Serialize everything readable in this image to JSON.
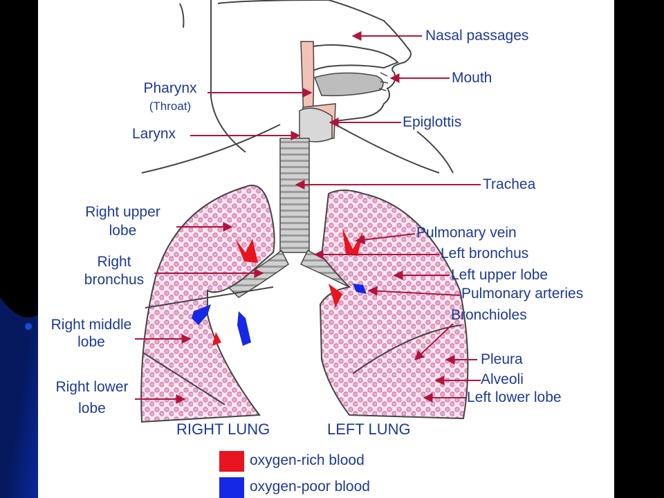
{
  "colors": {
    "slide_background": "#000000",
    "slide_accent": "#0a2a9c",
    "diagram_background": "#ffffff",
    "label_text": "#1d3a96",
    "pointer_line": "#b0143c",
    "oxygen_rich": "#e8141e",
    "oxygen_poor": "#1428e6",
    "throat_fill": "#f3c2b6",
    "alveoli_fill": "#eeaad0",
    "outline": "#555555"
  },
  "labels": {
    "nasal_passages": "Nasal passages",
    "mouth": "Mouth",
    "pharynx": "Pharynx",
    "throat": "(Throat)",
    "larynx": "Larynx",
    "epiglottis": "Epiglottis",
    "trachea": "Trachea",
    "right_upper_lobe_1": "Right upper",
    "right_upper_lobe_2": "lobe",
    "right_bronchus_1": "Right",
    "right_bronchus_2": "bronchus",
    "right_middle_lobe_1": "Right middle",
    "right_middle_lobe_2": "lobe",
    "right_lower_lobe_1": "Right lower",
    "right_lower_lobe_2": "lobe",
    "pulmonary_vein": "Pulmonary vein",
    "left_bronchus": "Left bronchus",
    "left_upper_lobe": "Left upper lobe",
    "pulmonary_arteries": "Pulmonary arteries",
    "bronchioles": "Bronchioles",
    "pleura": "Pleura",
    "alveoli": "Alveoli",
    "left_lower_lobe": "Left lower lobe"
  },
  "lung_titles": {
    "right": "RIGHT LUNG",
    "left": "LEFT LUNG"
  },
  "legend": {
    "oxygen_rich": "oxygen-rich blood",
    "oxygen_poor": "oxygen-poor blood"
  }
}
